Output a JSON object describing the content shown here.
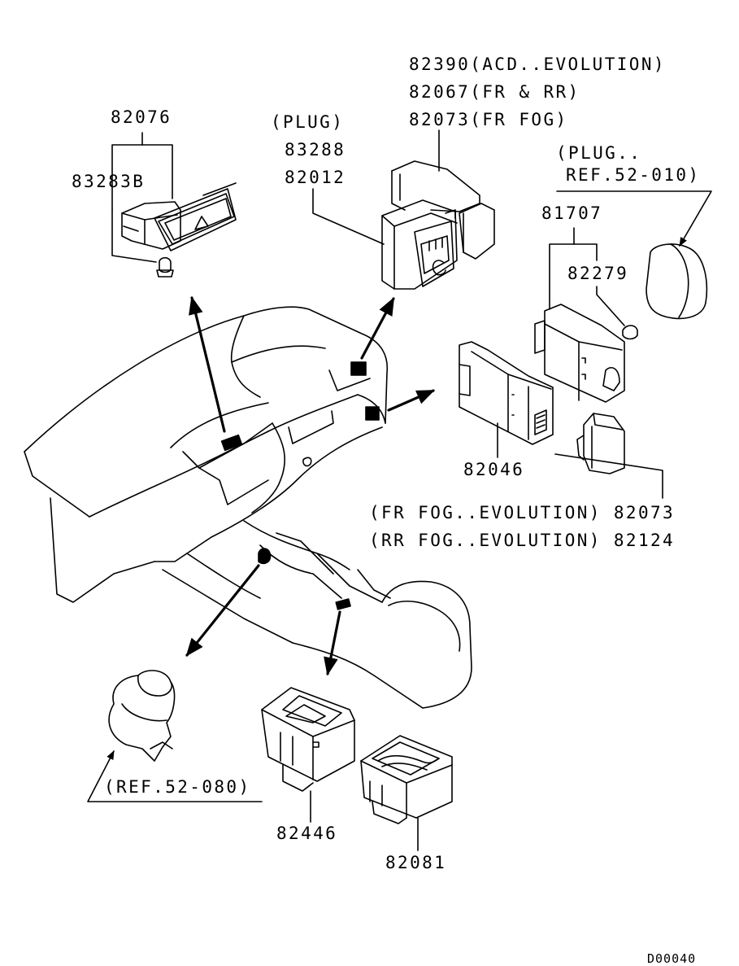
{
  "colors": {
    "ink": "#000000",
    "paper": "#ffffff"
  },
  "labels": {
    "p82076": "82076",
    "p83283b": "83283B",
    "plug1": "(PLUG)",
    "p83288": "83288",
    "p82012": "82012",
    "acd": "82390(ACD..EVOLUTION)",
    "frrr": "82067(FR & RR)",
    "frfog": "82073(FR FOG)",
    "plug2a": "(PLUG..",
    "plug2b": "REF.52-010)",
    "p81707": "81707",
    "p82279": "82279",
    "p82046": "82046",
    "frfogevo": "(FR FOG..EVOLUTION) 82073",
    "rrfogevo": "(RR FOG..EVOLUTION) 82124",
    "ref52080": "(REF.52-080)",
    "p82446": "82446",
    "p82081": "82081",
    "code": "D00040"
  }
}
